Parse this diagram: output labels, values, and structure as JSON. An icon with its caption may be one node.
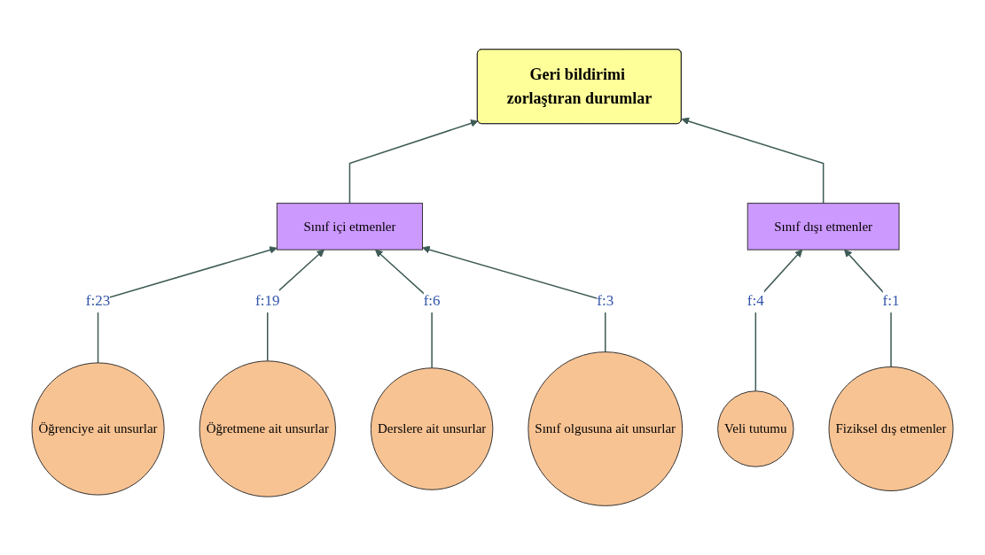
{
  "diagram": {
    "nodes": [
      {
        "text": [
          "Geri bildirimi zorlaştıran durumlar"
        ]
      },
      {
        "text": [
          "Sınıf içi etmenler"
        ]
      },
      {
        "text": [
          "Sınıf dışı etmenler"
        ]
      },
      {
        "text": [
          "Öğrenciye ait unsurlar"
        ]
      },
      {
        "text": [
          "Öğretmene ait unsurlar"
        ]
      },
      {
        "text": [
          "Derslere ait unsurlar"
        ]
      },
      {
        "text": [
          "Sınıf olgusuna ait unsurlar"
        ]
      },
      {
        "text": [
          "Veli tutumu"
        ]
      },
      {
        "text": [
          "Fiziksel dış etmenler"
        ]
      }
    ],
    "edges": [
      {
        "from": 1,
        "to": 0,
        "arrow": "to"
      },
      {
        "from": 2,
        "to": 0,
        "arrow": "to"
      },
      {
        "from": 3,
        "to": 1,
        "arrow": "to",
        "label": "f:23"
      },
      {
        "from": 4,
        "to": 1,
        "arrow": "to",
        "label": "f:19"
      },
      {
        "from": 5,
        "to": 1,
        "arrow": "to",
        "label": "f:6"
      },
      {
        "from": 6,
        "to": 1,
        "arrow": "to",
        "label": "f:3"
      },
      {
        "from": 7,
        "to": 2,
        "arrow": "to",
        "label": "f:4"
      },
      {
        "from": 8,
        "to": 2,
        "arrow": "to",
        "label": "f:1"
      }
    ]
  }
}
